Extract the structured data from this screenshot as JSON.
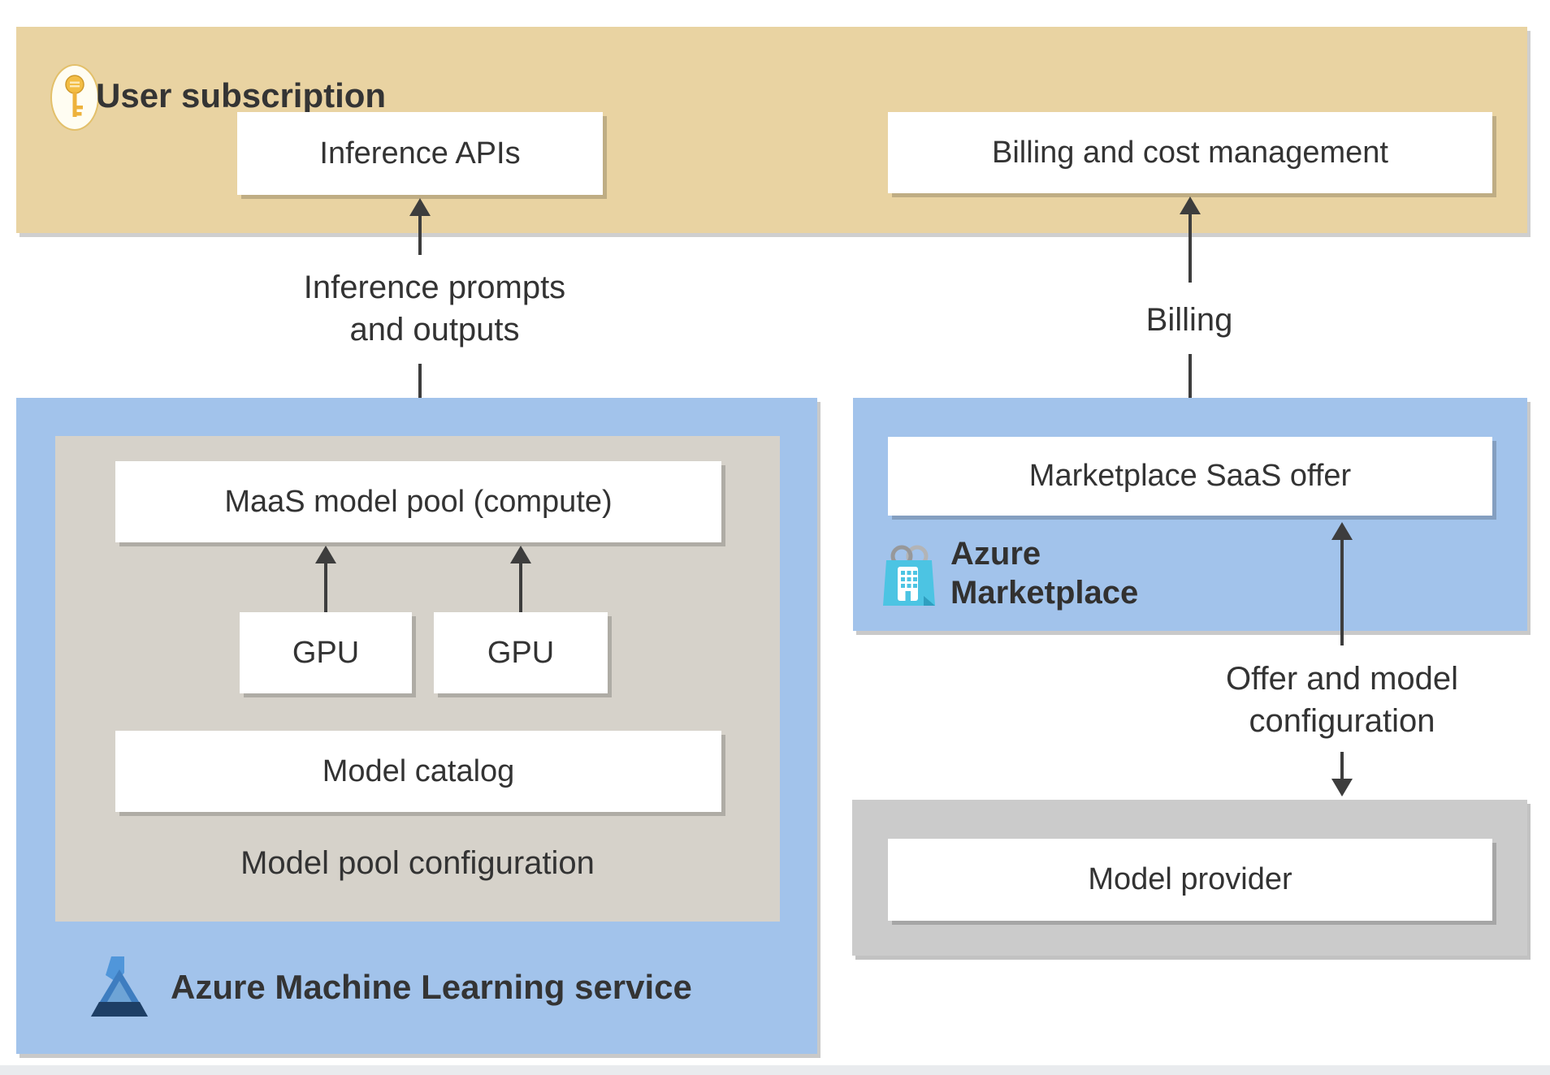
{
  "colors": {
    "tan_panel": "#e9d3a2",
    "blue_panel": "#a2c3eb",
    "gray_panel_left": "#d6d2ca",
    "gray_panel_right": "#cbcbcb",
    "arrow": "#3d3d3d",
    "text": "#333333",
    "bag_icon": "#4cc4e3",
    "key_icon": "#f3bd44",
    "flask_icon_light": "#5096da",
    "flask_icon_dark": "#1e3f66"
  },
  "user_subscription": {
    "title": "User subscription",
    "inference_box": "Inference APIs",
    "billing_box": "Billing and cost management"
  },
  "aml_service": {
    "title": "Azure Machine Learning service",
    "container_label": "Model pool configuration",
    "maas_box": "MaaS model pool (compute)",
    "gpu_boxes": [
      "GPU",
      "GPU"
    ],
    "catalog_box": "Model catalog"
  },
  "marketplace": {
    "title_line1": "Azure",
    "title_line2": "Marketplace",
    "offer_box": "Marketplace SaaS offer"
  },
  "model_provider": {
    "box": "Model provider"
  },
  "flow_labels": {
    "inference_line1": "Inference prompts",
    "inference_line2": "and outputs",
    "billing": "Billing",
    "offer_line1": "Offer and model",
    "offer_line2": "configuration"
  }
}
